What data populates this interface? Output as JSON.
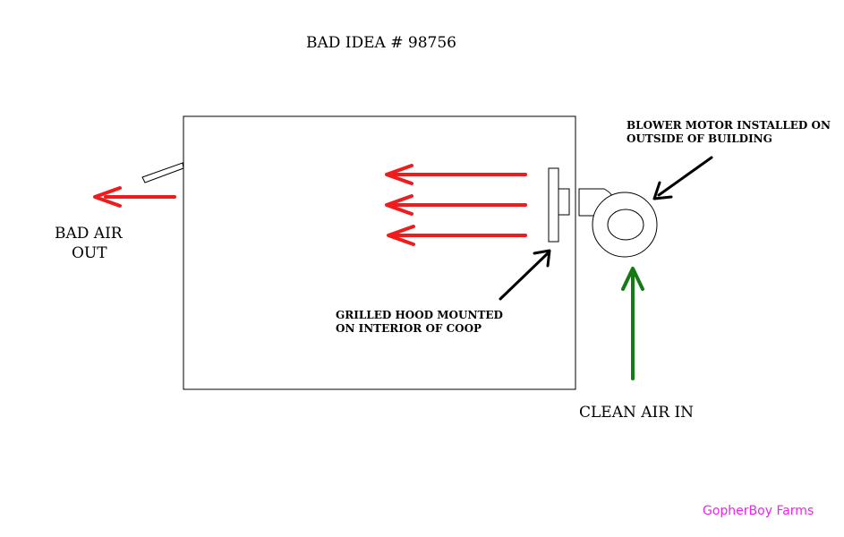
{
  "title": "BAD IDEA # 98756",
  "labels": {
    "bad_air_line1": "BAD AIR",
    "bad_air_line2": "OUT",
    "blower_line1": "BLOWER MOTOR INSTALLED ON",
    "blower_line2": "OUTSIDE OF BUILDING",
    "grilled_line1": "GRILLED HOOD MOUNTED",
    "grilled_line2": "ON INTERIOR OF COOP",
    "clean_air": "CLEAN AIR IN"
  },
  "brand": "GopherBoy Farms",
  "colors": {
    "bad_air_arrow": "#ee1c1c",
    "clean_air_arrow": "#147a14",
    "pointer_arrow": "#000000",
    "brand_text": "#ee22ee"
  }
}
